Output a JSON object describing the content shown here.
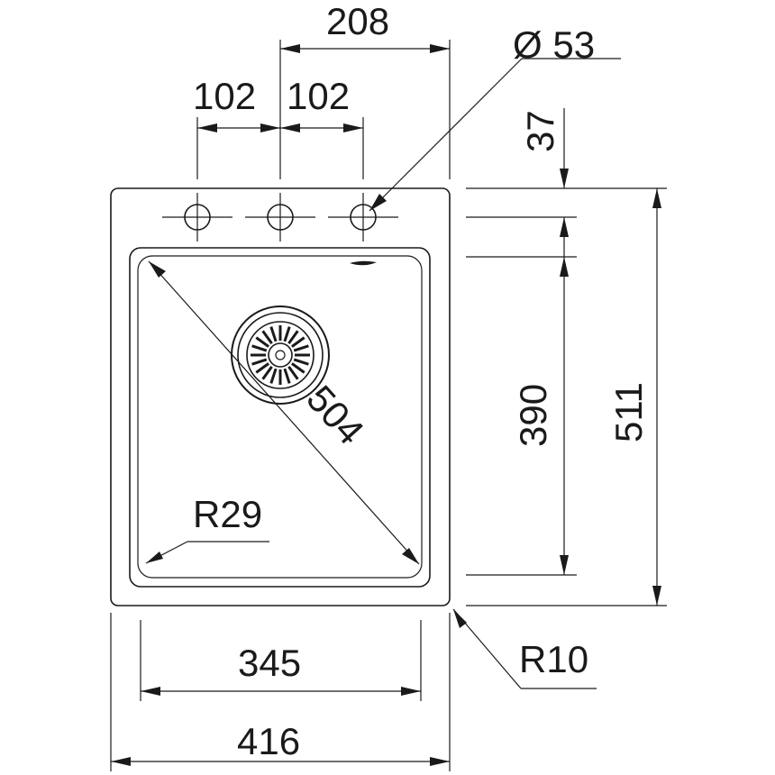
{
  "dimensions": {
    "tap_spacing_total": "208",
    "tap_spacing_left": "102",
    "tap_spacing_right": "102",
    "tap_hole_diameter": "Ø 53",
    "deck_edge_to_hole": "37",
    "bowl_length": "390",
    "overall_length": "511",
    "bowl_diagonal": "504",
    "bowl_corner_radius": "R29",
    "outer_corner_radius": "R10",
    "bowl_width": "345",
    "overall_width": "416"
  }
}
